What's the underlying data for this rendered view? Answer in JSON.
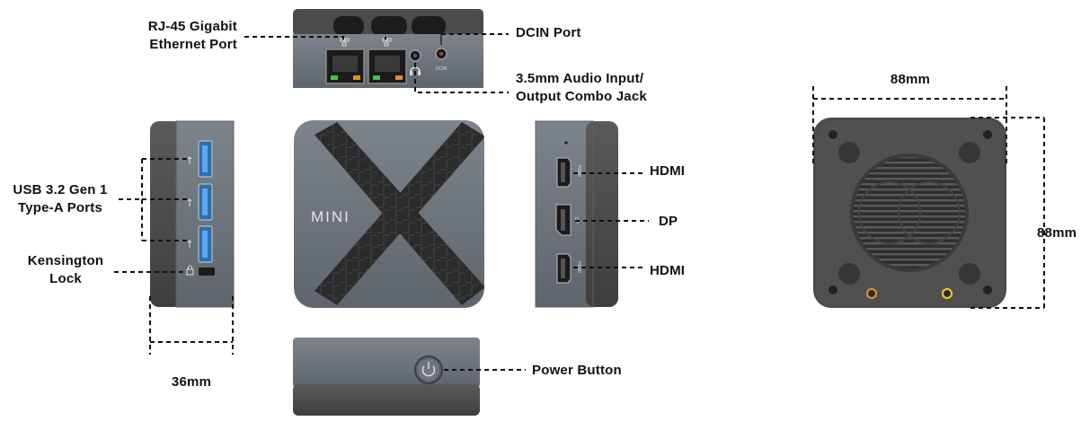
{
  "labels": {
    "rj45_line1": "RJ-45 Gigabit",
    "rj45_line2": "Ethernet Port",
    "dcin": "DCIN Port",
    "audio_line1": "3.5mm Audio Input/",
    "audio_line2": "Output Combo Jack",
    "usb_line1": "USB 3.2 Gen 1",
    "usb_line2": "Type-A Ports",
    "kensington_line1": "Kensington",
    "kensington_line2": "Lock",
    "hdmi_top": "HDMI",
    "dp": "DP",
    "hdmi_bottom": "HDMI",
    "power_button": "Power Button",
    "width_36": "36mm",
    "width_88": "88mm",
    "height_88": "88mm"
  },
  "device": {
    "logo": "MINI",
    "port_marks": {
      "hdmi": "HDMI",
      "dp": "DP",
      "dcin": "DCIN"
    }
  },
  "colors": {
    "body_gray": "#6f767d",
    "dark_gray": "#4a4a4a",
    "usb_blue": "#3f8fd8",
    "port_black": "#1b1b1b",
    "led_green": "#44c24a",
    "led_orange": "#e0902c",
    "line": "#111111"
  }
}
